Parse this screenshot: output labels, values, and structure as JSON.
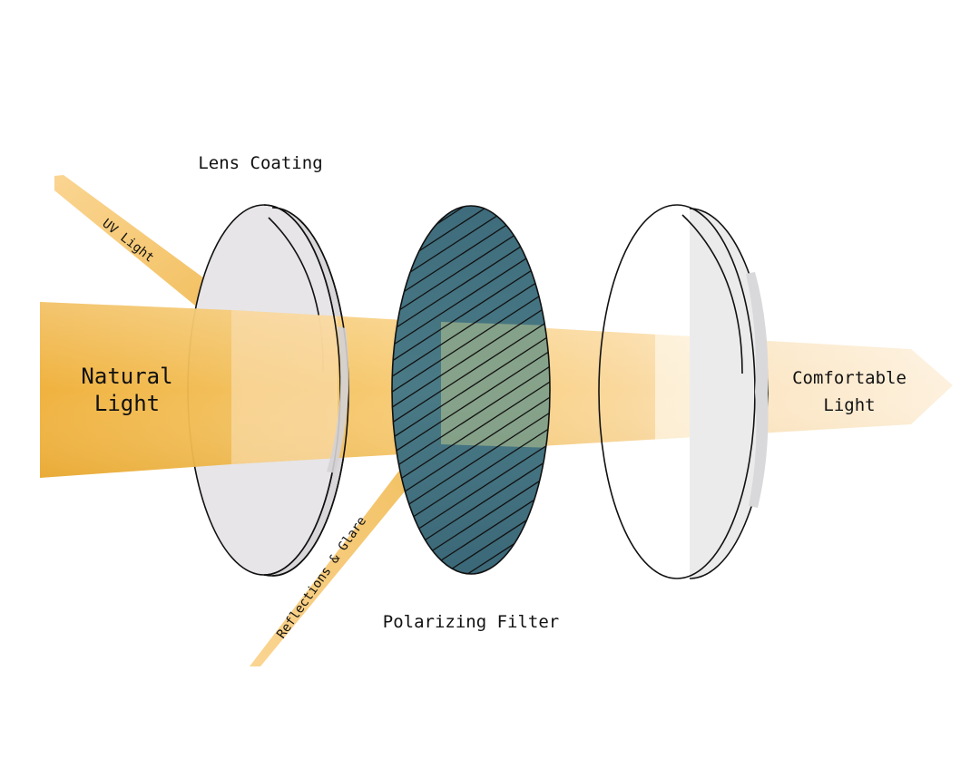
{
  "labels": {
    "natural_light": [
      "Natural",
      "Light"
    ],
    "comfortable_light": [
      "Comfortable",
      "Light"
    ],
    "lens_coating": "Lens Coating",
    "polarizing_filter": "Polarizing Filter",
    "uv_light": "UV Light",
    "reflections_glare": "Reflections & Glare"
  },
  "colors": {
    "beam_main": "#F0B33E",
    "beam_light": "#FAD592",
    "beam_pale": "#FDF0DA",
    "lens_gray": "#E6E4E6",
    "filter_teal": "#3F6E7E",
    "outline": "#111111"
  }
}
